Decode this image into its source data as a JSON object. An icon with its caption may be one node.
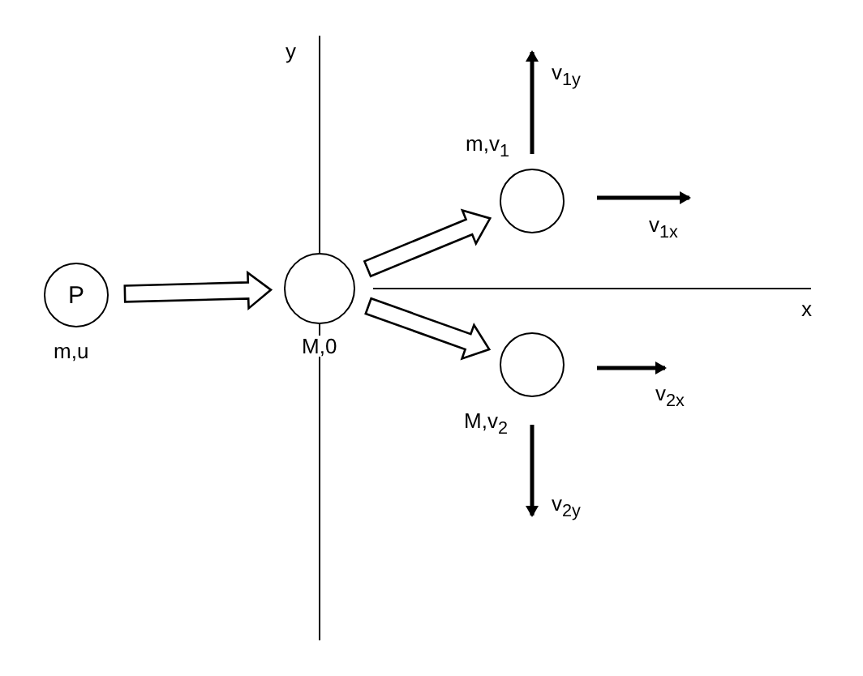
{
  "diagram": {
    "nodes": [
      {
        "text": [
          "P"
        ],
        "beside": [
          "m,u"
        ]
      },
      {
        "text": [],
        "shape": "circle",
        "beside": [
          "M,0"
        ]
      },
      {
        "text": [],
        "shape": "circle",
        "beside": [
          "m,v$_{1}$"
        ]
      },
      {
        "text": [],
        "shape": "circle",
        "beside": [
          "M,v$_{2}$"
        ]
      }
    ],
    "edges": [
      {
        "from": 0,
        "to": 1,
        "arrow": "to"
      },
      {
        "from": 1,
        "to": 2,
        "arrow": "to"
      },
      {
        "from": 1,
        "to": 3,
        "arrow": "to"
      }
    ],
    "labels": [
      "y",
      "v$_{1y}$",
      "v$_{1x}$",
      "x",
      "v$_{2x}$",
      "v$_{2y}$"
    ]
  }
}
